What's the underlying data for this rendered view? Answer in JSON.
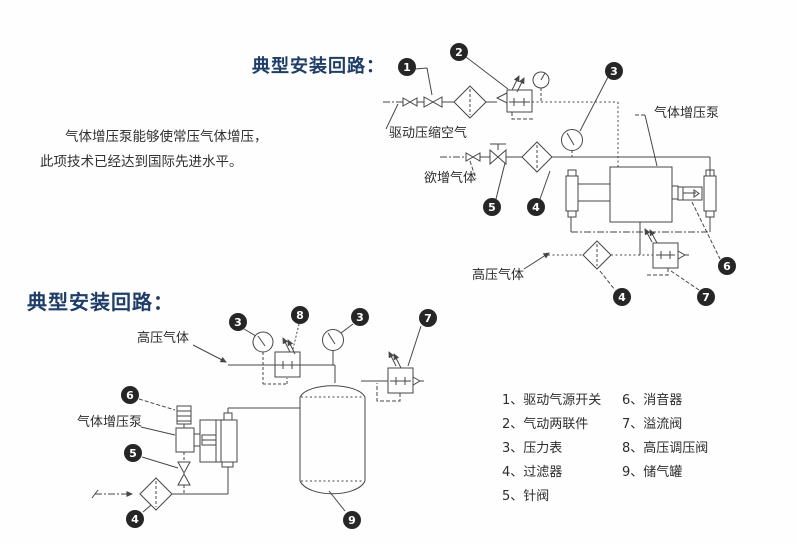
{
  "intro": {
    "line1": "气体增压泵能够使常压气体增压，",
    "line2": "此项技术已经达到国际先进水平。"
  },
  "top_circuit": {
    "title": "典型安装回路：",
    "labels": {
      "drive_air": "驱动压缩空气",
      "boost_gas": "欲增气体",
      "pump": "气体增压泵",
      "hp_gas": "高压气体"
    },
    "callouts": [
      "1",
      "2",
      "3",
      "5",
      "4",
      "6",
      "4",
      "7"
    ]
  },
  "bottom_circuit": {
    "title": "典型安装回路：",
    "labels": {
      "hp_gas": "高压气体",
      "pump": "气体增压泵"
    },
    "callouts": [
      "3",
      "8",
      "3",
      "7",
      "6",
      "5",
      "4",
      "9"
    ]
  },
  "legend": {
    "col1": [
      "1、驱动气源开关",
      "2、气动两联件",
      "3、压力表",
      "4、过滤器",
      "5、针阀"
    ],
    "col2": [
      "6、消音器",
      "7、溢流阀",
      "8、高压调压阀",
      "9、储气罐"
    ]
  },
  "colors": {
    "title": "#1c3d6e",
    "line": "#474747",
    "callout_bg": "#262626"
  }
}
